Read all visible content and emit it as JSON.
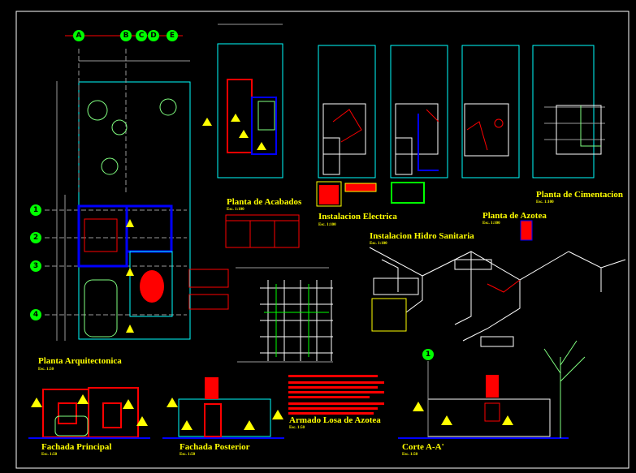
{
  "drawing": {
    "grid_axes_columns": [
      "A",
      "B",
      "C",
      "D",
      "E"
    ],
    "grid_axes_rows": [
      "1",
      "2",
      "3",
      "4"
    ],
    "section_axis": "1",
    "views": [
      {
        "title": "Planta Arquitectonica",
        "scale": "Esc. 1:50"
      },
      {
        "title": "Planta de Acabados",
        "scale": "Esc. 1:100"
      },
      {
        "title": "Instalacion Electrica",
        "scale": "Esc. 1:100"
      },
      {
        "title": "Instalacion Hidro Sanitaria",
        "scale": "Esc. 1:100"
      },
      {
        "title": "Planta de Azotea",
        "scale": "Esc. 1:100"
      },
      {
        "title": "Planta de Cimentacion",
        "scale": "Esc. 1:100"
      },
      {
        "title": "Armado Losa de Azotea",
        "scale": "Esc. 1:50"
      },
      {
        "title": "Fachada Principal",
        "scale": "Esc. 1:50"
      },
      {
        "title": "Fachada Posterior",
        "scale": "Esc. 1:50"
      },
      {
        "title": "Corte A-A'",
        "scale": "Esc. 1:50"
      }
    ]
  },
  "colors": {
    "background": "#000000",
    "title": "#ffff00",
    "walls": "#ff0000",
    "frame": "#00ffff",
    "vegetation": "#80ff80",
    "dims": "#9a9a9a",
    "ground": "#0000ff",
    "axis": "#00ff00"
  }
}
